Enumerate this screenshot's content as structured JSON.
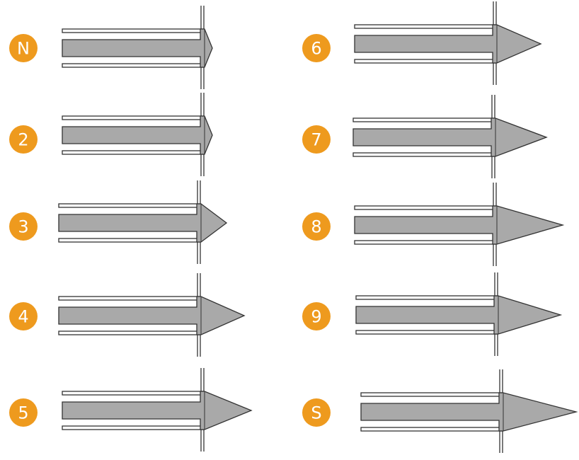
{
  "colors": {
    "badge": "#EE9A1E",
    "badge_text": "#FFFFFF",
    "arrow_fill": "#A9A9A9",
    "stroke": "#333333",
    "background": "#FFFFFF"
  },
  "panels": [
    {
      "label": "N",
      "tip_length": 13
    },
    {
      "label": "2",
      "tip_length": 13
    },
    {
      "label": "3",
      "tip_length": 38
    },
    {
      "label": "4",
      "tip_length": 63
    },
    {
      "label": "5",
      "tip_length": 68
    },
    {
      "label": "6",
      "tip_length": 64
    },
    {
      "label": "7",
      "tip_length": 74
    },
    {
      "label": "8",
      "tip_length": 95
    },
    {
      "label": "9",
      "tip_length": 90
    },
    {
      "label": "S",
      "tip_length": 105
    }
  ]
}
